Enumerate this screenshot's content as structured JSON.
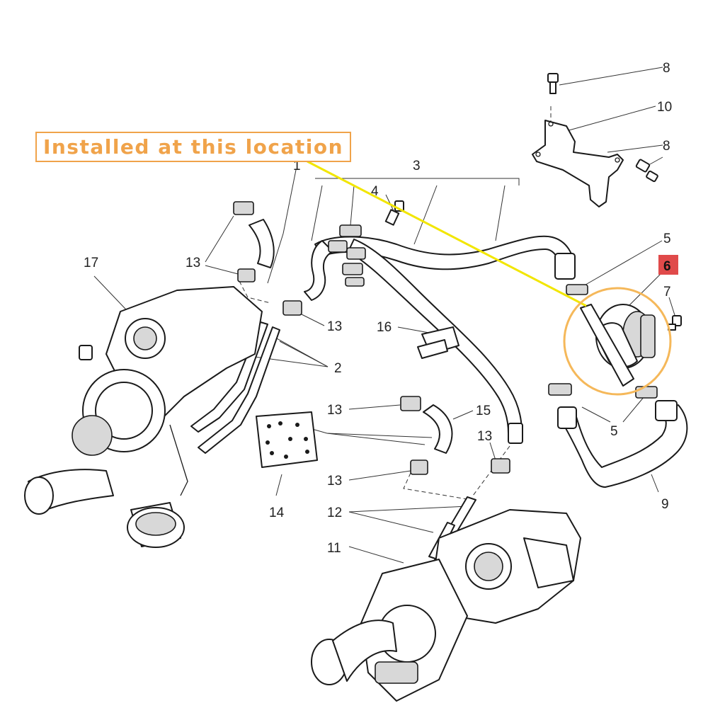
{
  "callout": {
    "text": "Installed at this location",
    "color": "#f0a34a"
  },
  "highlight": {
    "pointer_color": "#f2e600",
    "circle_color": "#f5b85a",
    "badge_color": "#e04a4a"
  },
  "labels": {
    "l1": "1",
    "l2": "2",
    "l3": "3",
    "l4": "4",
    "l5a": "5",
    "l5b": "5",
    "l6": "6",
    "l7": "7",
    "l8a": "8",
    "l8b": "8",
    "l9": "9",
    "l10": "10",
    "l11": "11",
    "l12": "12",
    "l13a": "13",
    "l13b": "13",
    "l13c": "13",
    "l13d": "13",
    "l13e": "13",
    "l14": "14",
    "l15": "15",
    "l16": "16",
    "l17": "17"
  }
}
